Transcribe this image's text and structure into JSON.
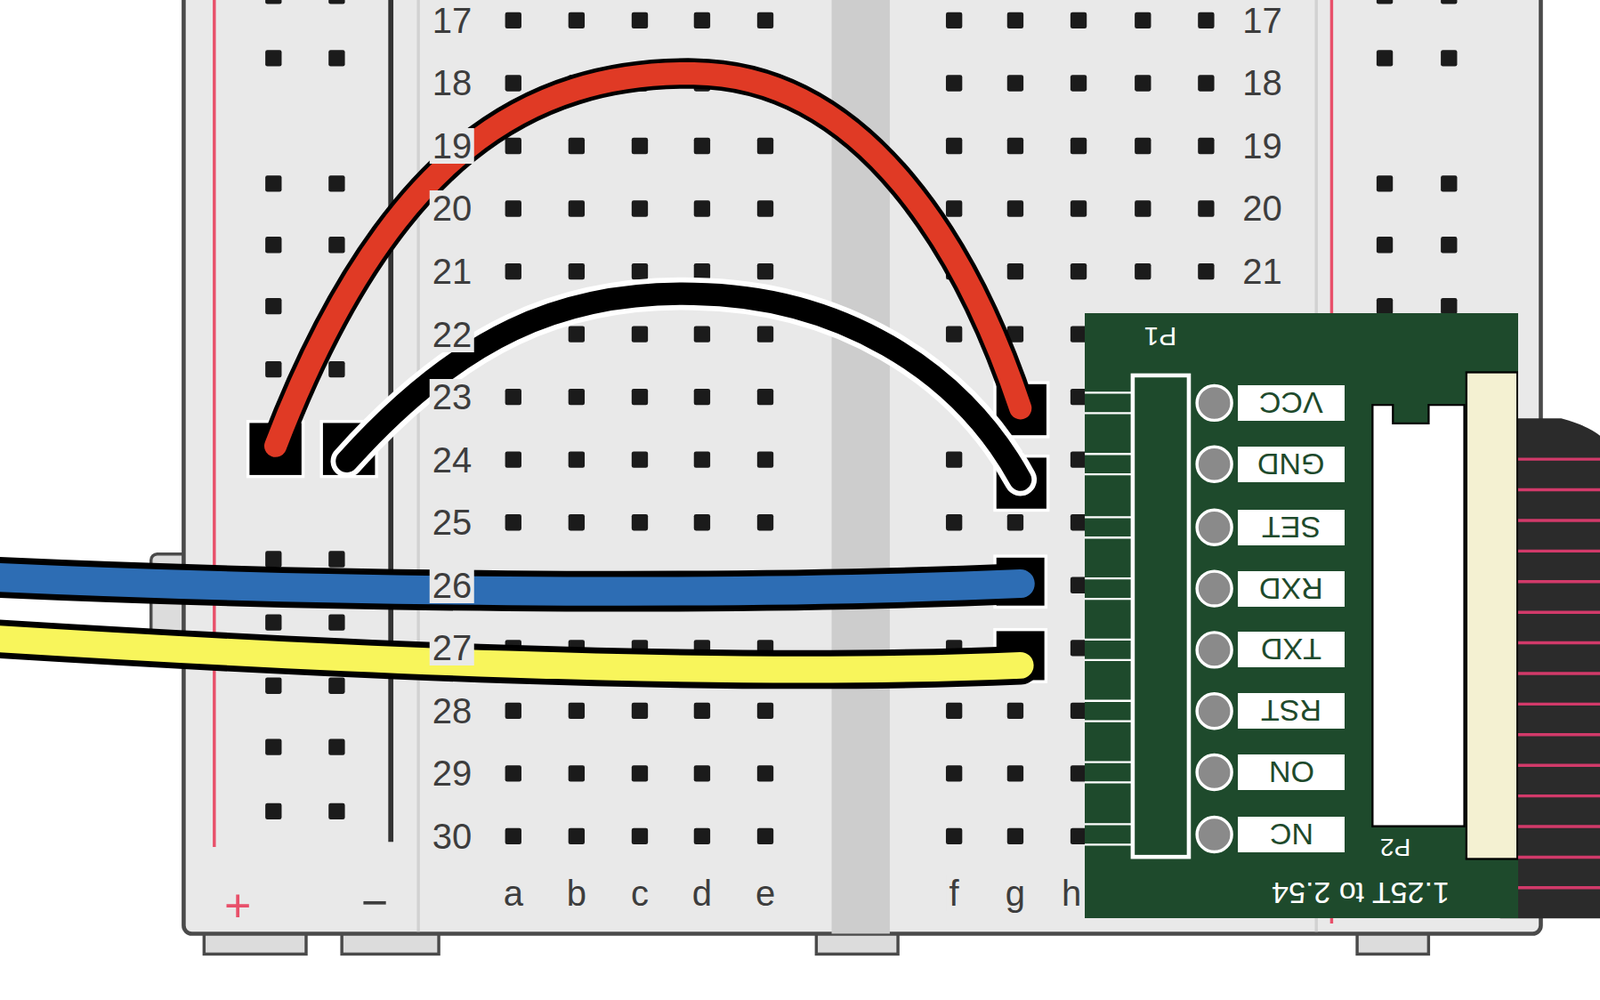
{
  "diagram": {
    "nodes": [
      {
        "text": [
          "P1",
          "P2",
          "1.25T to 2.54"
        ]
      },
      {
        "text": [
          "VCC"
        ],
        "in": 0
      },
      {
        "text": [
          "GND"
        ],
        "in": 0
      },
      {
        "text": [
          "SET"
        ],
        "in": 0
      },
      {
        "text": [
          "RXD"
        ],
        "in": 0
      },
      {
        "text": [
          "TXD"
        ],
        "in": 0
      },
      {
        "text": [
          "RST"
        ],
        "in": 0
      },
      {
        "text": [
          "ON"
        ],
        "in": 0
      },
      {
        "text": [
          "NC"
        ],
        "in": 0
      }
    ],
    "labels": [
      "17",
      "18",
      "19",
      "20",
      "21",
      "22",
      "23",
      "24",
      "25",
      "26",
      "27",
      "28",
      "29",
      "30",
      "17",
      "18",
      "19",
      "20",
      "21",
      "a",
      "b",
      "c",
      "d",
      "e",
      "f",
      "g",
      "h",
      "+",
      "−"
    ]
  }
}
